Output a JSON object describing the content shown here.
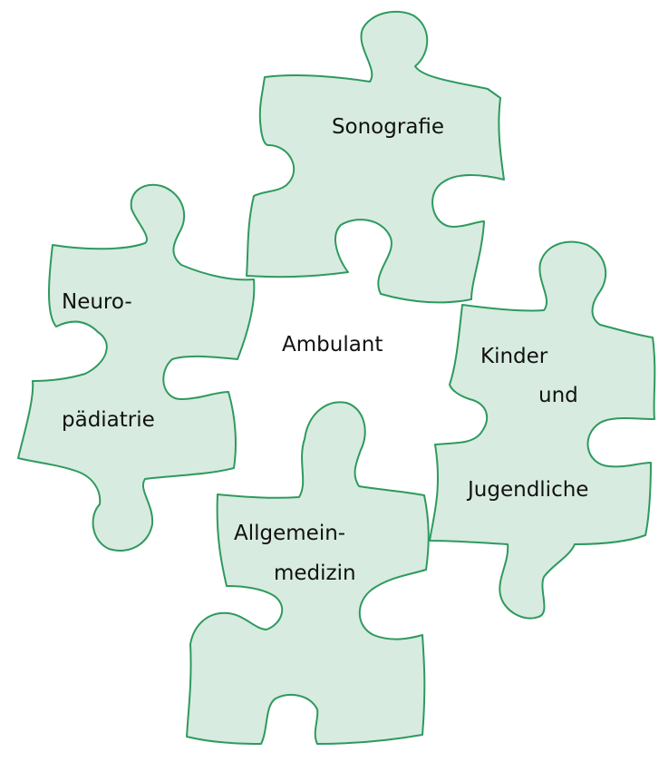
{
  "colors": {
    "piece_fill": "#d8ebe0",
    "piece_stroke": "#2e9a5e",
    "text": "#111111",
    "background": "#ffffff"
  },
  "center_label": "Ambulant",
  "pieces": {
    "sonografie": {
      "label": "Sonografie"
    },
    "neuro": {
      "line1": "Neuro-",
      "line2": "pädiatrie"
    },
    "kinder": {
      "line1": "Kinder",
      "line2": "und",
      "line3": "Jugendliche"
    },
    "allgemein": {
      "line1": "Allgemein-",
      "line2": "medizin"
    }
  }
}
